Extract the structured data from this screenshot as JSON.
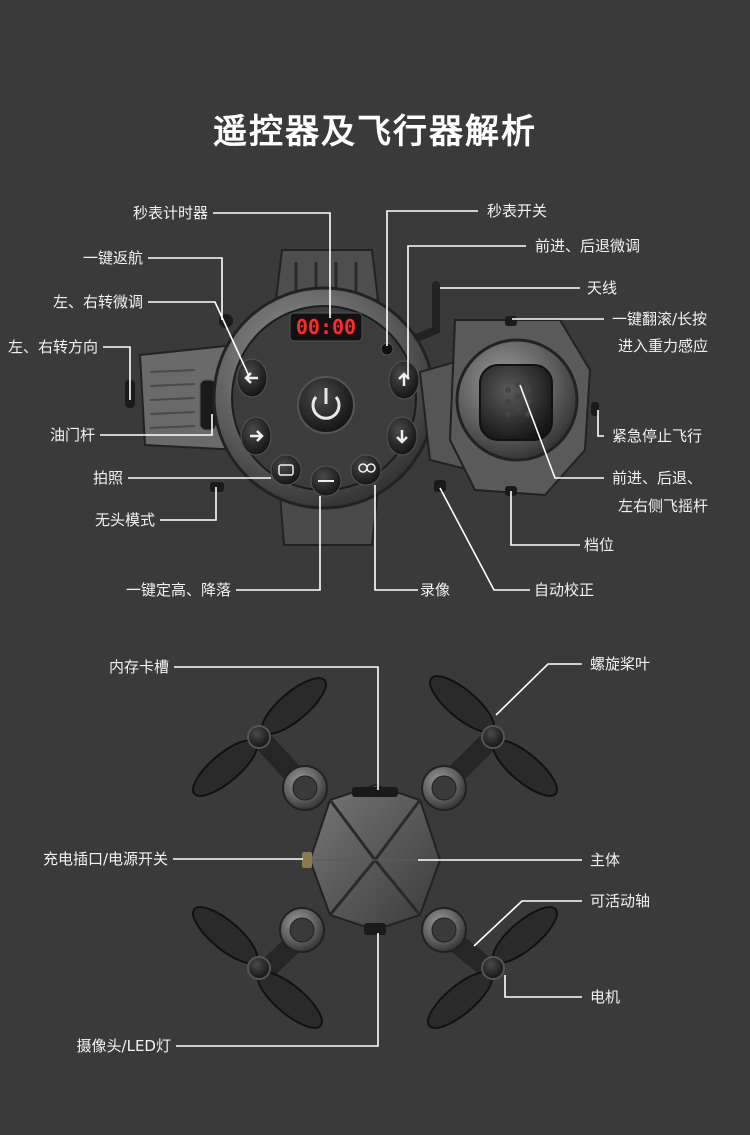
{
  "title": "遥控器及飞行器解析",
  "remote": {
    "timer_display": "00:00",
    "labels": {
      "stopwatch_timer": "秒表计时器",
      "stopwatch_switch": "秒表开关",
      "one_key_return": "一键返航",
      "forward_back_trim": "前进、后退微调",
      "left_right_trim": "左、右转微调",
      "antenna": "天线",
      "left_right_direction": "左、右转方向",
      "flip_line1": "一键翻滚/长按",
      "flip_line2": "进入重力感应",
      "throttle_stick": "油门杆",
      "emergency_stop": "紧急停止飞行",
      "photo": "拍照",
      "direction_stick_line1": "前进、后退、",
      "direction_stick_line2": "左右侧飞摇杆",
      "headless_mode": "无头模式",
      "gear": "档位",
      "altitude_hold_landing": "一键定高、降落",
      "record_video": "录像",
      "auto_calibration": "自动校正"
    }
  },
  "drone": {
    "labels": {
      "memory_card_slot": "内存卡槽",
      "propeller": "螺旋桨叶",
      "charging_power_switch": "充电插口/电源开关",
      "main_body": "主体",
      "movable_shaft": "可活动轴",
      "motor": "电机",
      "camera_led": "摄像头/LED灯"
    }
  }
}
